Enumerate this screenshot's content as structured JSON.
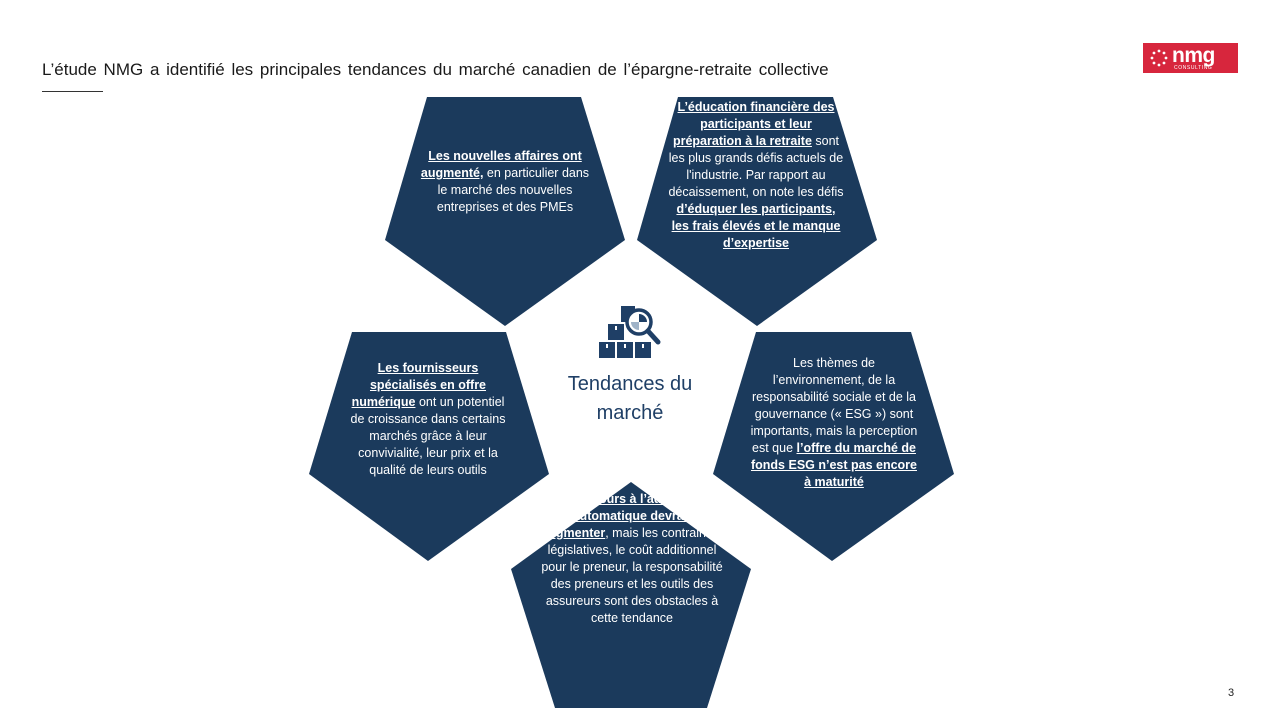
{
  "title": "L’étude NMG a identifié les principales tendances du marché canadien de l’épargne-retraite collective",
  "logo": {
    "name": "nmg",
    "subtitle": "CONSULTING"
  },
  "colors": {
    "pentagon_fill": "#1b3a5c",
    "accent": "#d7263d",
    "center_text": "#1f3f66"
  },
  "center": {
    "icon": "market-analysis-icon",
    "label_line1": "Tendances du",
    "label_line2": "marché"
  },
  "pentagons": {
    "top_left": {
      "bold": "Les nouvelles affaires ont augmenté,",
      "text": " en particulier dans le marché des nouvelles entreprises et des PMEs"
    },
    "top_right": {
      "bold1": "L’éducation financière des participants et leur préparation à la retraite",
      "text1": " sont les plus grands défis actuels de l'industrie. Par rapport  au décaissement, on note les défis ",
      "bold2": "d’éduquer les participants, les frais élevés et le manque d’expertise"
    },
    "left": {
      "bold": "Les fournisseurs spécialisés en offre numérique",
      "text": " ont un potentiel de croissance dans certains marchés grâce à leur convivialité, leur prix et la qualité de leurs outils"
    },
    "right": {
      "text": "Les thèmes de l’environnement,  de la responsabilité sociale et de la gouvernance (« ESG ») sont importants, mais la perception est que ",
      "bold": "l’offre du marché de fonds ESG n’est pas encore à maturité"
    },
    "bottom": {
      "bold": "Le recours à l’adhésion automatique devrait augmenter",
      "text": ", mais les contraintes législatives,  le coût additionnel pour le preneur,  la responsabilité des preneurs et les outils des assureurs sont des obstacles à cette tendance"
    }
  },
  "page_number": "3"
}
